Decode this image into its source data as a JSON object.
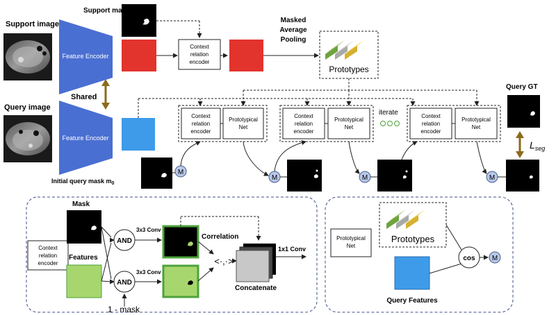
{
  "labels": {
    "support_image": "Support image",
    "support_mask": "Support mask",
    "query_image": "Query image",
    "feature_encoder": "Feature Encoder",
    "shared": "Shared",
    "context_relation": [
      "Context",
      "relation",
      "encoder"
    ],
    "masked_average_pooling": [
      "Masked",
      "Average",
      "Pooling"
    ],
    "prototypes": "Prototypes",
    "prototypical_net": [
      "Prototypical",
      "Net"
    ],
    "iterate": "iterate",
    "query_gt": "Query GT",
    "l_seg": "L",
    "l_seg_sub": "seg",
    "initial_query_mask": "Initial query mask m",
    "initial_query_mask_sub": "0",
    "m_node": "M",
    "mask": "Mask",
    "features": "Features",
    "and": "AND",
    "conv3x3": "3x3 Conv",
    "correlation": "Correlation",
    "inner_product": "<·,·>",
    "conv1x1": "1x1 Conv",
    "concatenate": "Concatenate",
    "one_minus_mask": "1 - mask",
    "cos": "cos",
    "query_features": "Query Features"
  },
  "colors": {
    "encoder_blue": "#4a6fd2",
    "red_feature": "#e2342c",
    "query_feature_blue": "#3d9be9",
    "green_feature": "#a8d66e",
    "green_border": "#4da33b",
    "node_fill": "#b8c8e8",
    "node_stroke": "#4a5f8f",
    "shared_arrow": "#8c6a1c"
  }
}
